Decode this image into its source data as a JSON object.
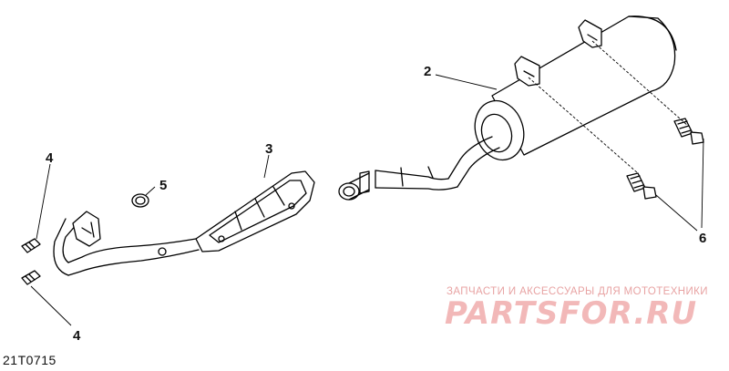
{
  "diagram": {
    "callouts": {
      "c2": "2",
      "c3": "3",
      "c4_top": "4",
      "c4_bottom": "4",
      "c5": "5",
      "c6": "6"
    },
    "reference_code": "21T0715"
  },
  "watermark": {
    "tagline": "ЗАПЧАСТИ И АКСЕССУАРЫ ДЛЯ МОТОТЕХНИКИ",
    "logo": "PARTSFOR.RU",
    "color": "#f2b8b8"
  }
}
